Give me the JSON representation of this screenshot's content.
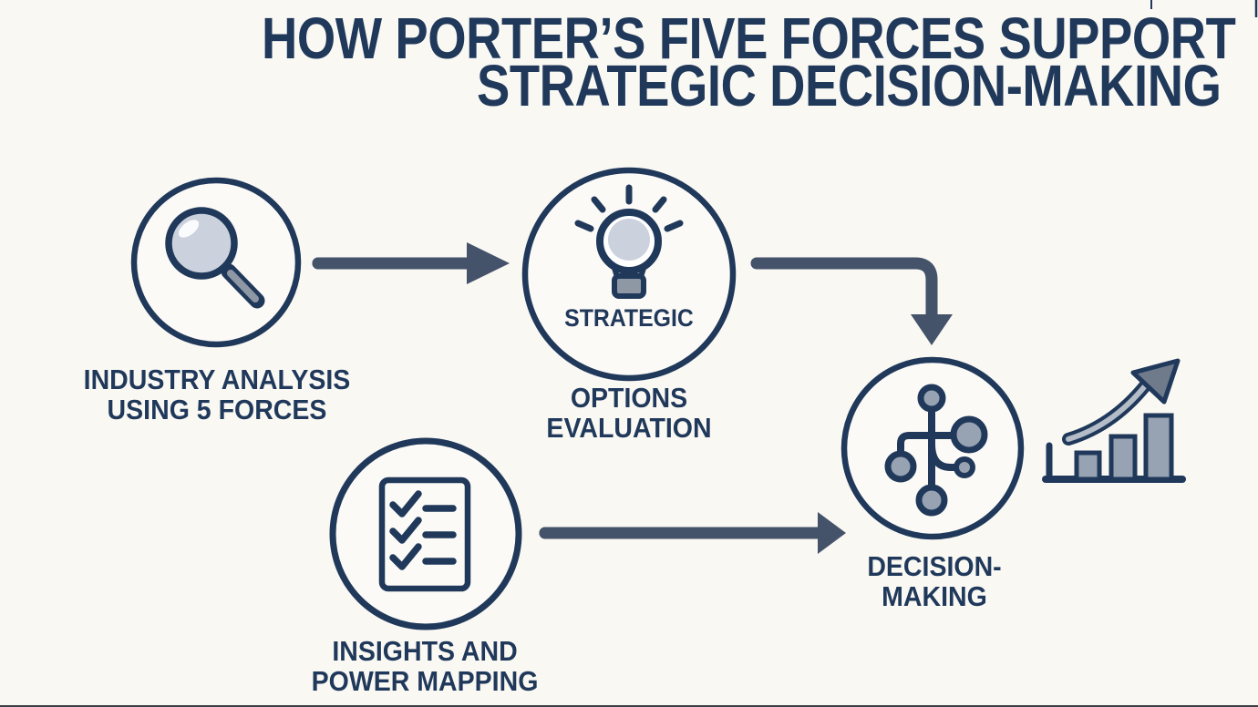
{
  "colors": {
    "bg": "#FAF8F3",
    "circle_fill": "#FCFAF6",
    "navy": "#20395B",
    "slate": "#44526A",
    "fill_light": "#CBD2DD",
    "fill_mid": "#97A2B2",
    "fill_gray": "#8E97A4",
    "curve_gray": "#B4BCC8",
    "head_gray": "#6F7A8B",
    "edge_dark": "#3A3F46"
  },
  "title": {
    "line1": "HOW PORTER’S FIVE FORCES SUPPORT",
    "line2": "STRATEGIC DECISION-MAKING"
  },
  "steps": [
    {
      "name": "industry-analysis",
      "icon": "magnifier-icon",
      "label_line1": "INDUSTRY ANALYSIS",
      "label_line2": "USING 5 FORCES"
    },
    {
      "name": "strategic-options-evaluation",
      "icon": "lightbulb-icon",
      "badge": "STRATEGIC",
      "label_line1": "OPTIONS",
      "label_line2": "EVALUATION"
    },
    {
      "name": "insights-power-mapping",
      "icon": "checklist-icon",
      "label_line1": "INSIGHTS AND",
      "label_line2": "POWER MAPPING"
    },
    {
      "name": "decision-making",
      "icon": "decision-tree-icon",
      "label_line1": "DECISION-",
      "label_line2": "MAKING"
    }
  ],
  "connections": [
    {
      "from": "industry-analysis",
      "to": "strategic-options-evaluation",
      "type": "straight-arrow"
    },
    {
      "from": "strategic-options-evaluation",
      "to": "decision-making",
      "type": "elbow-arrow"
    },
    {
      "from": "insights-power-mapping",
      "to": "decision-making",
      "type": "straight-arrow"
    }
  ],
  "decoration": {
    "icon": "growth-chart-icon"
  }
}
